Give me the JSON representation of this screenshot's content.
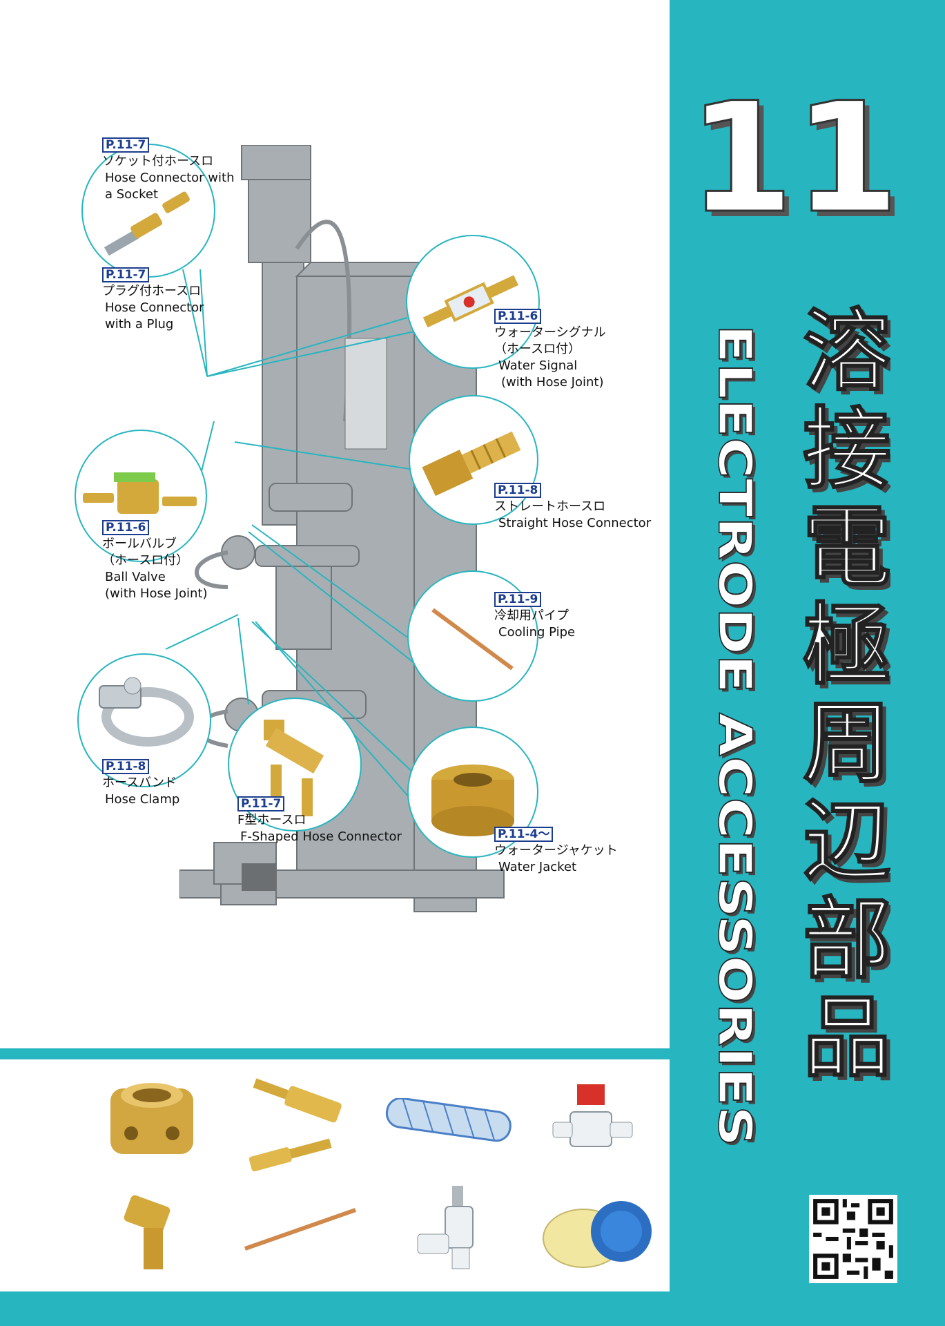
{
  "chapter": {
    "number": "11",
    "title_jp": "溶接電極周辺部品",
    "title_en": "ELECTRODE ACCESSORIES"
  },
  "callouts": [
    {
      "ref": "P.11-7",
      "jp": "ソケット付ホースロ",
      "en1": "Hose Connector with",
      "en2": "a Socket"
    },
    {
      "ref": "P.11-7",
      "jp": "プラグ付ホースロ",
      "en1": "Hose Connector",
      "en2": "with a Plug"
    },
    {
      "ref": "P.11-6",
      "jp": "ウォーターシグナル",
      "jp2": "（ホースロ付）",
      "en1": "Water Signal",
      "en2": "(with Hose Joint)"
    },
    {
      "ref": "P.11-8",
      "jp": "ストレートホースロ",
      "en1": "Straight Hose Connector"
    },
    {
      "ref": "P.11-6",
      "jp": "ボールバルブ",
      "jp2": "（ホースロ付）",
      "en1": "Ball Valve",
      "en2": "(with Hose Joint)"
    },
    {
      "ref": "P.11-9",
      "jp": "冷却用パイプ",
      "en1": "Cooling Pipe"
    },
    {
      "ref": "P.11-8",
      "jp": "ホースバンド",
      "en1": "Hose Clamp"
    },
    {
      "ref": "P.11-7",
      "jp": "F型ホースロ",
      "en1": "F-Shaped Hose Connector"
    },
    {
      "ref": "P.11-4～",
      "jp": "ウォータージャケット",
      "en1": "Water Jacket"
    }
  ],
  "icons": [
    "welding-machine",
    "hose-connector",
    "water-signal",
    "ball-valve",
    "cooling-pipe",
    "hose-clamp",
    "water-jacket",
    "qr-code"
  ],
  "colors": {
    "accent": "#27b5bf",
    "ref_blue": "#1c3d8f",
    "brass": "#d4a93c"
  }
}
